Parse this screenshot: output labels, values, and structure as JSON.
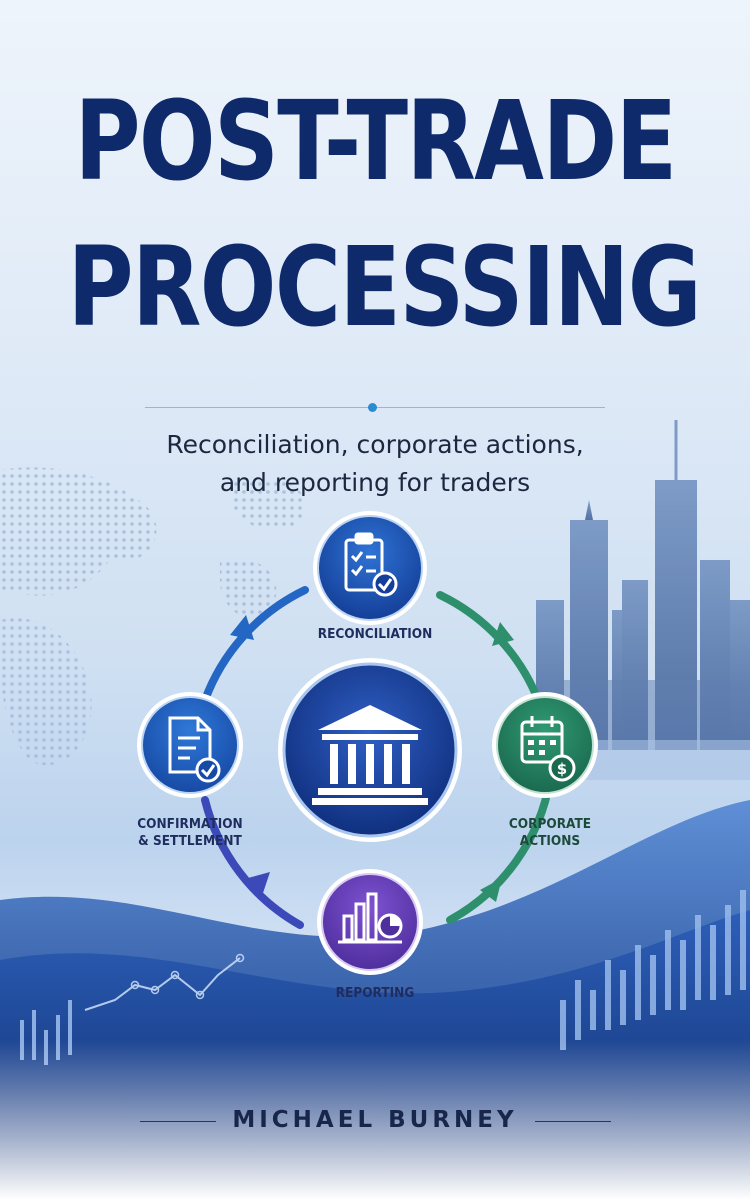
{
  "cover": {
    "title_line1": "POST-TRADE",
    "title_line2": "PROCESSING",
    "subtitle_line1": "Reconciliation, corporate actions,",
    "subtitle_line2": "and reporting for traders",
    "author": "MICHAEL BURNEY"
  },
  "diagram": {
    "center_icon": "bank-icon",
    "nodes": [
      {
        "label": "RECONCILIATION",
        "icon": "checklist-icon",
        "color": "#1f4fa8"
      },
      {
        "label": "CORPORATE\nACTIONS",
        "icon": "calendar-dollar-icon",
        "color": "#2e7d5a"
      },
      {
        "label": "REPORTING",
        "icon": "bar-pie-chart-icon",
        "color": "#6a3fb0"
      },
      {
        "label": "CONFIRMATION\n& SETTLEMENT",
        "icon": "document-check-icon",
        "color": "#1f5fb8"
      }
    ]
  },
  "colors": {
    "title": "#0f2a6b",
    "accent": "#2a8bd0",
    "wave_dark": "#1a3f8f"
  }
}
